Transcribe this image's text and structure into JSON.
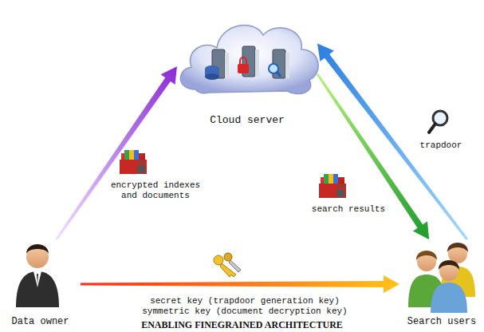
{
  "diagram": {
    "caption": "ENABLING FINEGRAINED ARCHITECTURE",
    "nodes": [
      {
        "text": [
          "Cloud server"
        ]
      },
      {
        "text": [
          "Data owner"
        ]
      },
      {
        "text": [
          "Search users"
        ]
      }
    ],
    "edges": [
      {
        "from": 1,
        "to": 0,
        "arrow": "to",
        "label": "encrypted indexes and documents"
      },
      {
        "from": 0,
        "to": 2,
        "arrow": "to",
        "label": "search results"
      },
      {
        "from": 2,
        "to": 0,
        "arrow": "to",
        "label": "trapdoor"
      },
      {
        "from": 1,
        "to": 2,
        "arrow": "to",
        "label": "secret key (trapdoor generation key) symmetric key (document decryption key)"
      }
    ]
  }
}
